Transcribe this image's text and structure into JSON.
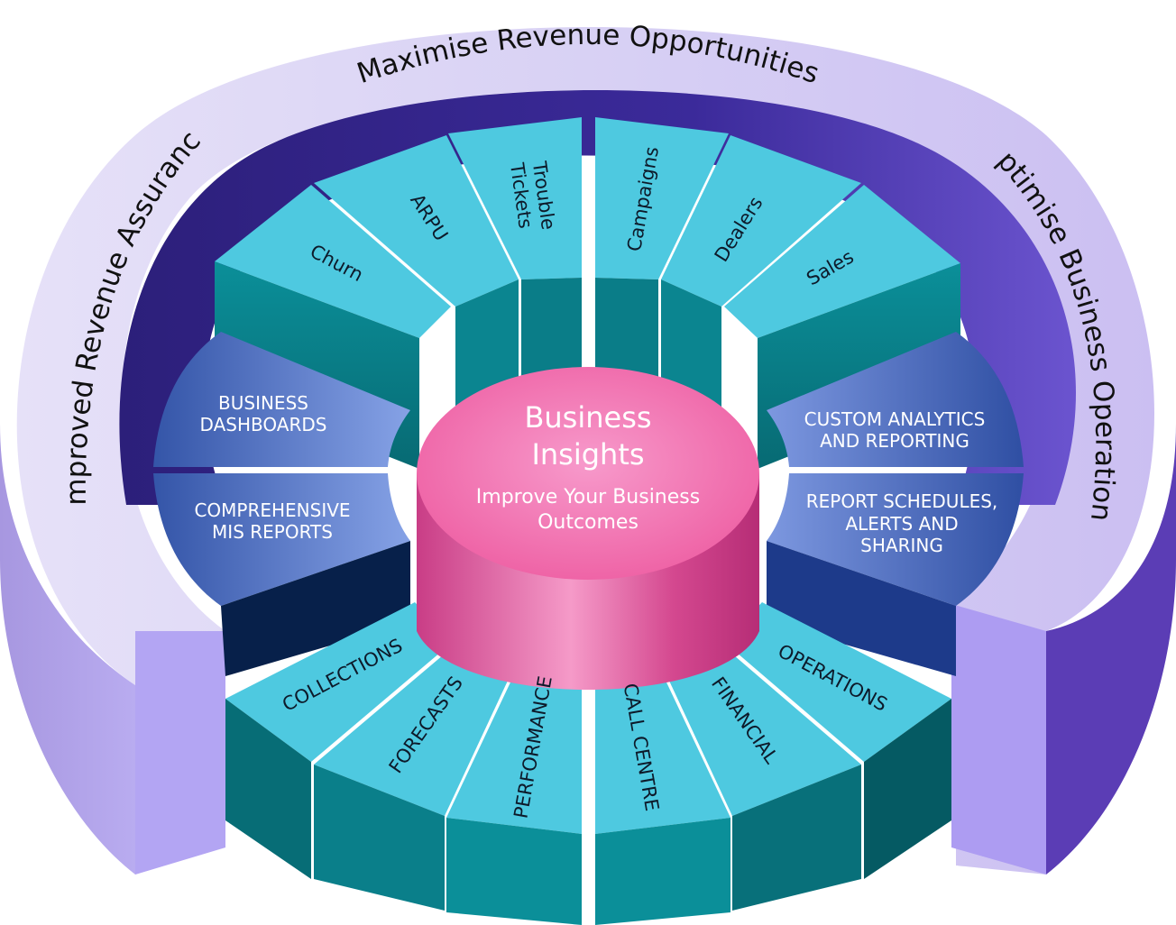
{
  "outer_ring": {
    "top": "Maximise Revenue Opportunities",
    "left": "Improved Revenue Assurance",
    "right": "Optimise Business Operations"
  },
  "center": {
    "title_line1": "Business",
    "title_line2": "Insights",
    "subtitle_line1": "Improve Your Business",
    "subtitle_line2": "Outcomes"
  },
  "top_segments": [
    {
      "label": "Churn"
    },
    {
      "label": "ARPU"
    },
    {
      "label": "Trouble",
      "label2": "Tickets"
    },
    {
      "label": "Campaigns"
    },
    {
      "label": "Dealers"
    },
    {
      "label": "Sales"
    }
  ],
  "bottom_segments": [
    {
      "label": "COLLECTIONS"
    },
    {
      "label": "FORECASTS"
    },
    {
      "label": "PERFORMANCE"
    },
    {
      "label": "CALL CENTRE"
    },
    {
      "label": "FINANCIAL"
    },
    {
      "label": "OPERATIONS"
    }
  ],
  "left_blocks": [
    {
      "line1": "BUSINESS",
      "line2": "DASHBOARDS"
    },
    {
      "line1": "COMPREHENSIVE",
      "line2": "MIS REPORTS"
    }
  ],
  "right_blocks": [
    {
      "line1": "CUSTOM ANALYTICS",
      "line2": "AND REPORTING"
    },
    {
      "line1": "REPORT SCHEDULES,",
      "line2": "ALERTS AND",
      "line3": "SHARING"
    }
  ],
  "colors": {
    "ring_light": "#d6d0f2",
    "ring_side": "#b3a7f2",
    "ring_dark": "#4b2aa6",
    "teal_top": "#4ec9e0",
    "teal_side": "#0a7f8a",
    "blue_block": "#3a62b8",
    "pink": "#f26aaa"
  }
}
